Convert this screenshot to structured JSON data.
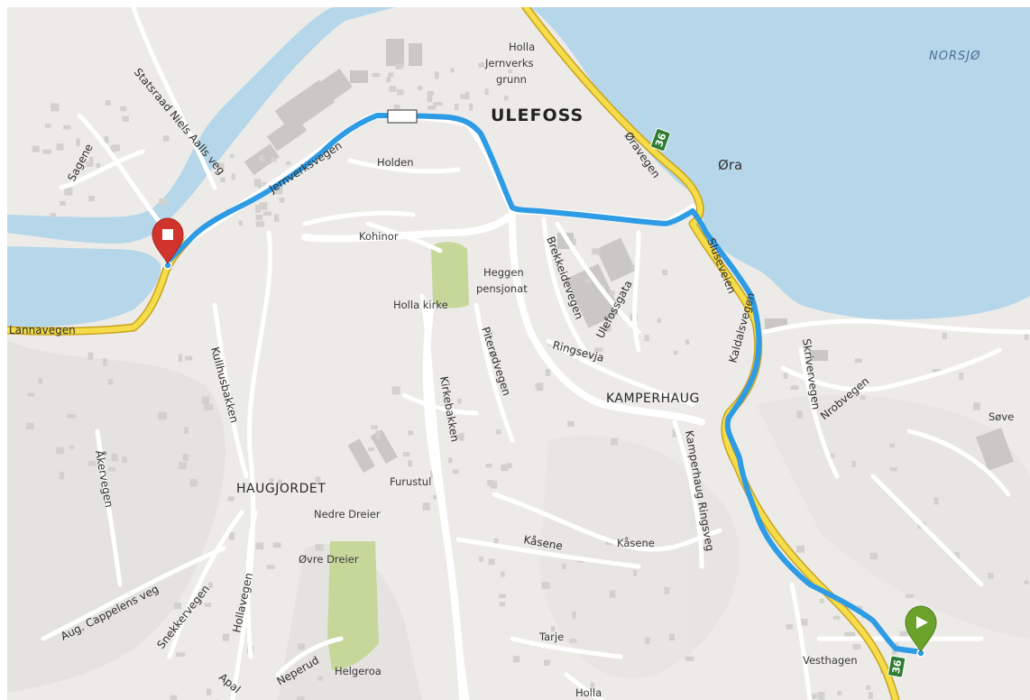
{
  "map": {
    "labels": {
      "town": "ULEFOSS",
      "water": "NORSJØ",
      "ora": "Øra",
      "holla_jernverks_1": "Holla",
      "holla_jernverks_2": "Jernverks",
      "holla_jernverks_3": "grunn",
      "holden": "Holden",
      "kohinor": "Kohinor",
      "heggen_1": "Heggen",
      "heggen_2": "pensjonat",
      "holla_kirke": "Holla kirke",
      "kamperhaug": "KAMPERHAUG",
      "haugjordet": "HAUGJORDET",
      "furustul": "Furustul",
      "nedre_dreier": "Nedre Dreier",
      "ovre_dreier": "Øvre Dreier",
      "kasene_area": "Kåsene",
      "tarje": "Tarje",
      "helgeroa": "Helgeroa",
      "holla_bottom": "Holla",
      "vesthagen": "Vesthagen",
      "sove": "Søve",
      "sagene": "Sagene"
    },
    "roads": {
      "lannavegen": "Lannavegen",
      "statsraad": "Statsraad Niels Aalls veg",
      "jernverksvegen": "Jernverksvegen",
      "oravegen": "Øravegen",
      "sluseveien": "Sluseveien",
      "kaldalsvegen": "Kaldalsvegen",
      "brekkeidevegen": "Brekkeidevegen",
      "ulefossgata": "Ulefossgata",
      "piterodvegen": "Piterødvegen",
      "ringsevja": "Ringsevja",
      "kirkebakken": "Kirkebakken",
      "kullhusbakken": "Kullhusbakken",
      "akervegen": "Åkervegen",
      "aug_cappelens": "Aug. Cappelens veg",
      "snekkervegen": "Snekkervegen",
      "hollavegen": "Hollavegen",
      "kasene_road": "Kåsene",
      "kamperhaug_ringsveg": "Kamperhaug Ringsveg",
      "neperud": "Neperud",
      "apal": "Apal",
      "skrivervegen": "Skrivervegen",
      "nrobvegen": "Nrobvegen"
    },
    "shields": {
      "route_36_top": "36",
      "route_36_bottom": "36"
    },
    "markers": {
      "start": {
        "icon": "play-icon",
        "color": "#6aa22a"
      },
      "end": {
        "icon": "stop-icon",
        "color": "#d0342c"
      }
    },
    "colors": {
      "route": "#2e9be5",
      "water": "#b6d7ea",
      "main_road": "#f5dc4a",
      "park": "#c6d79a",
      "land": "#ecebe8"
    }
  }
}
